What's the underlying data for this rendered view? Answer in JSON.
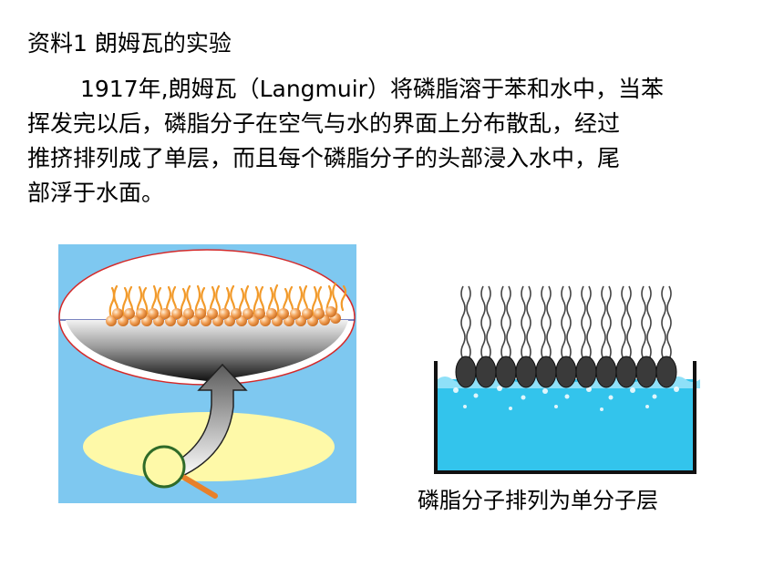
{
  "heading": "资料1 朗姆瓦的实验",
  "paragraph_lines": [
    "1917年,朗姆瓦（Langmuir）将磷脂溶于苯和水中，当苯",
    "挥发完以后，磷脂分子在空气与水的界面上分布散乱，经过",
    "推挤排列成了单层，而且每个磷脂分子的头部浸入水中，尾",
    "部浮于水面。"
  ],
  "caption": "磷脂分子排列为单分子层",
  "colors": {
    "background_blue": "#7ec8f0",
    "yellow_spot": "#fef9a8",
    "ellipse_outline": "#d42a2a",
    "lipid_head": "#f0a050",
    "lipid_tail": "#f29a2a",
    "magnifier_handle": "#e8802a",
    "magnifier_ring": "#2f6b28",
    "water": "#33c4ec",
    "dark_head": "#3a3a3a"
  },
  "icons": [
    "magnifier-icon",
    "arrow-up-icon"
  ]
}
